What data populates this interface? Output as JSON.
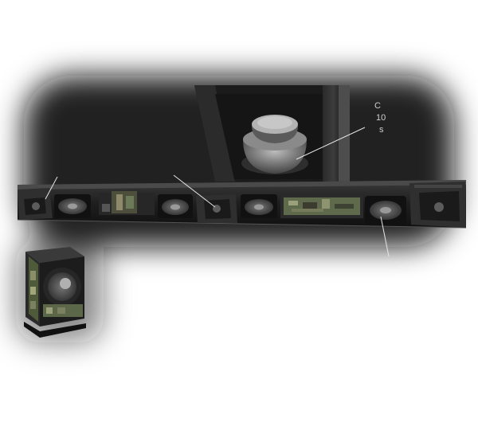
{
  "scene": {
    "subject": "soundbar-cutaway-with-subwoofer",
    "callouts": {
      "subwoofer_caption_line1": "C",
      "subwoofer_caption_line2": "10",
      "subwoofer_caption_line3": "s"
    }
  },
  "colors": {
    "background": "#ffffff",
    "bar_body": "#1e1e1e",
    "bar_edge": "#3a3a3a",
    "driver_cone": "#4a4a4a",
    "pcb": "#5f6a4c",
    "callout_line": "#e6e6e6",
    "halo": "#0d0d0d"
  }
}
